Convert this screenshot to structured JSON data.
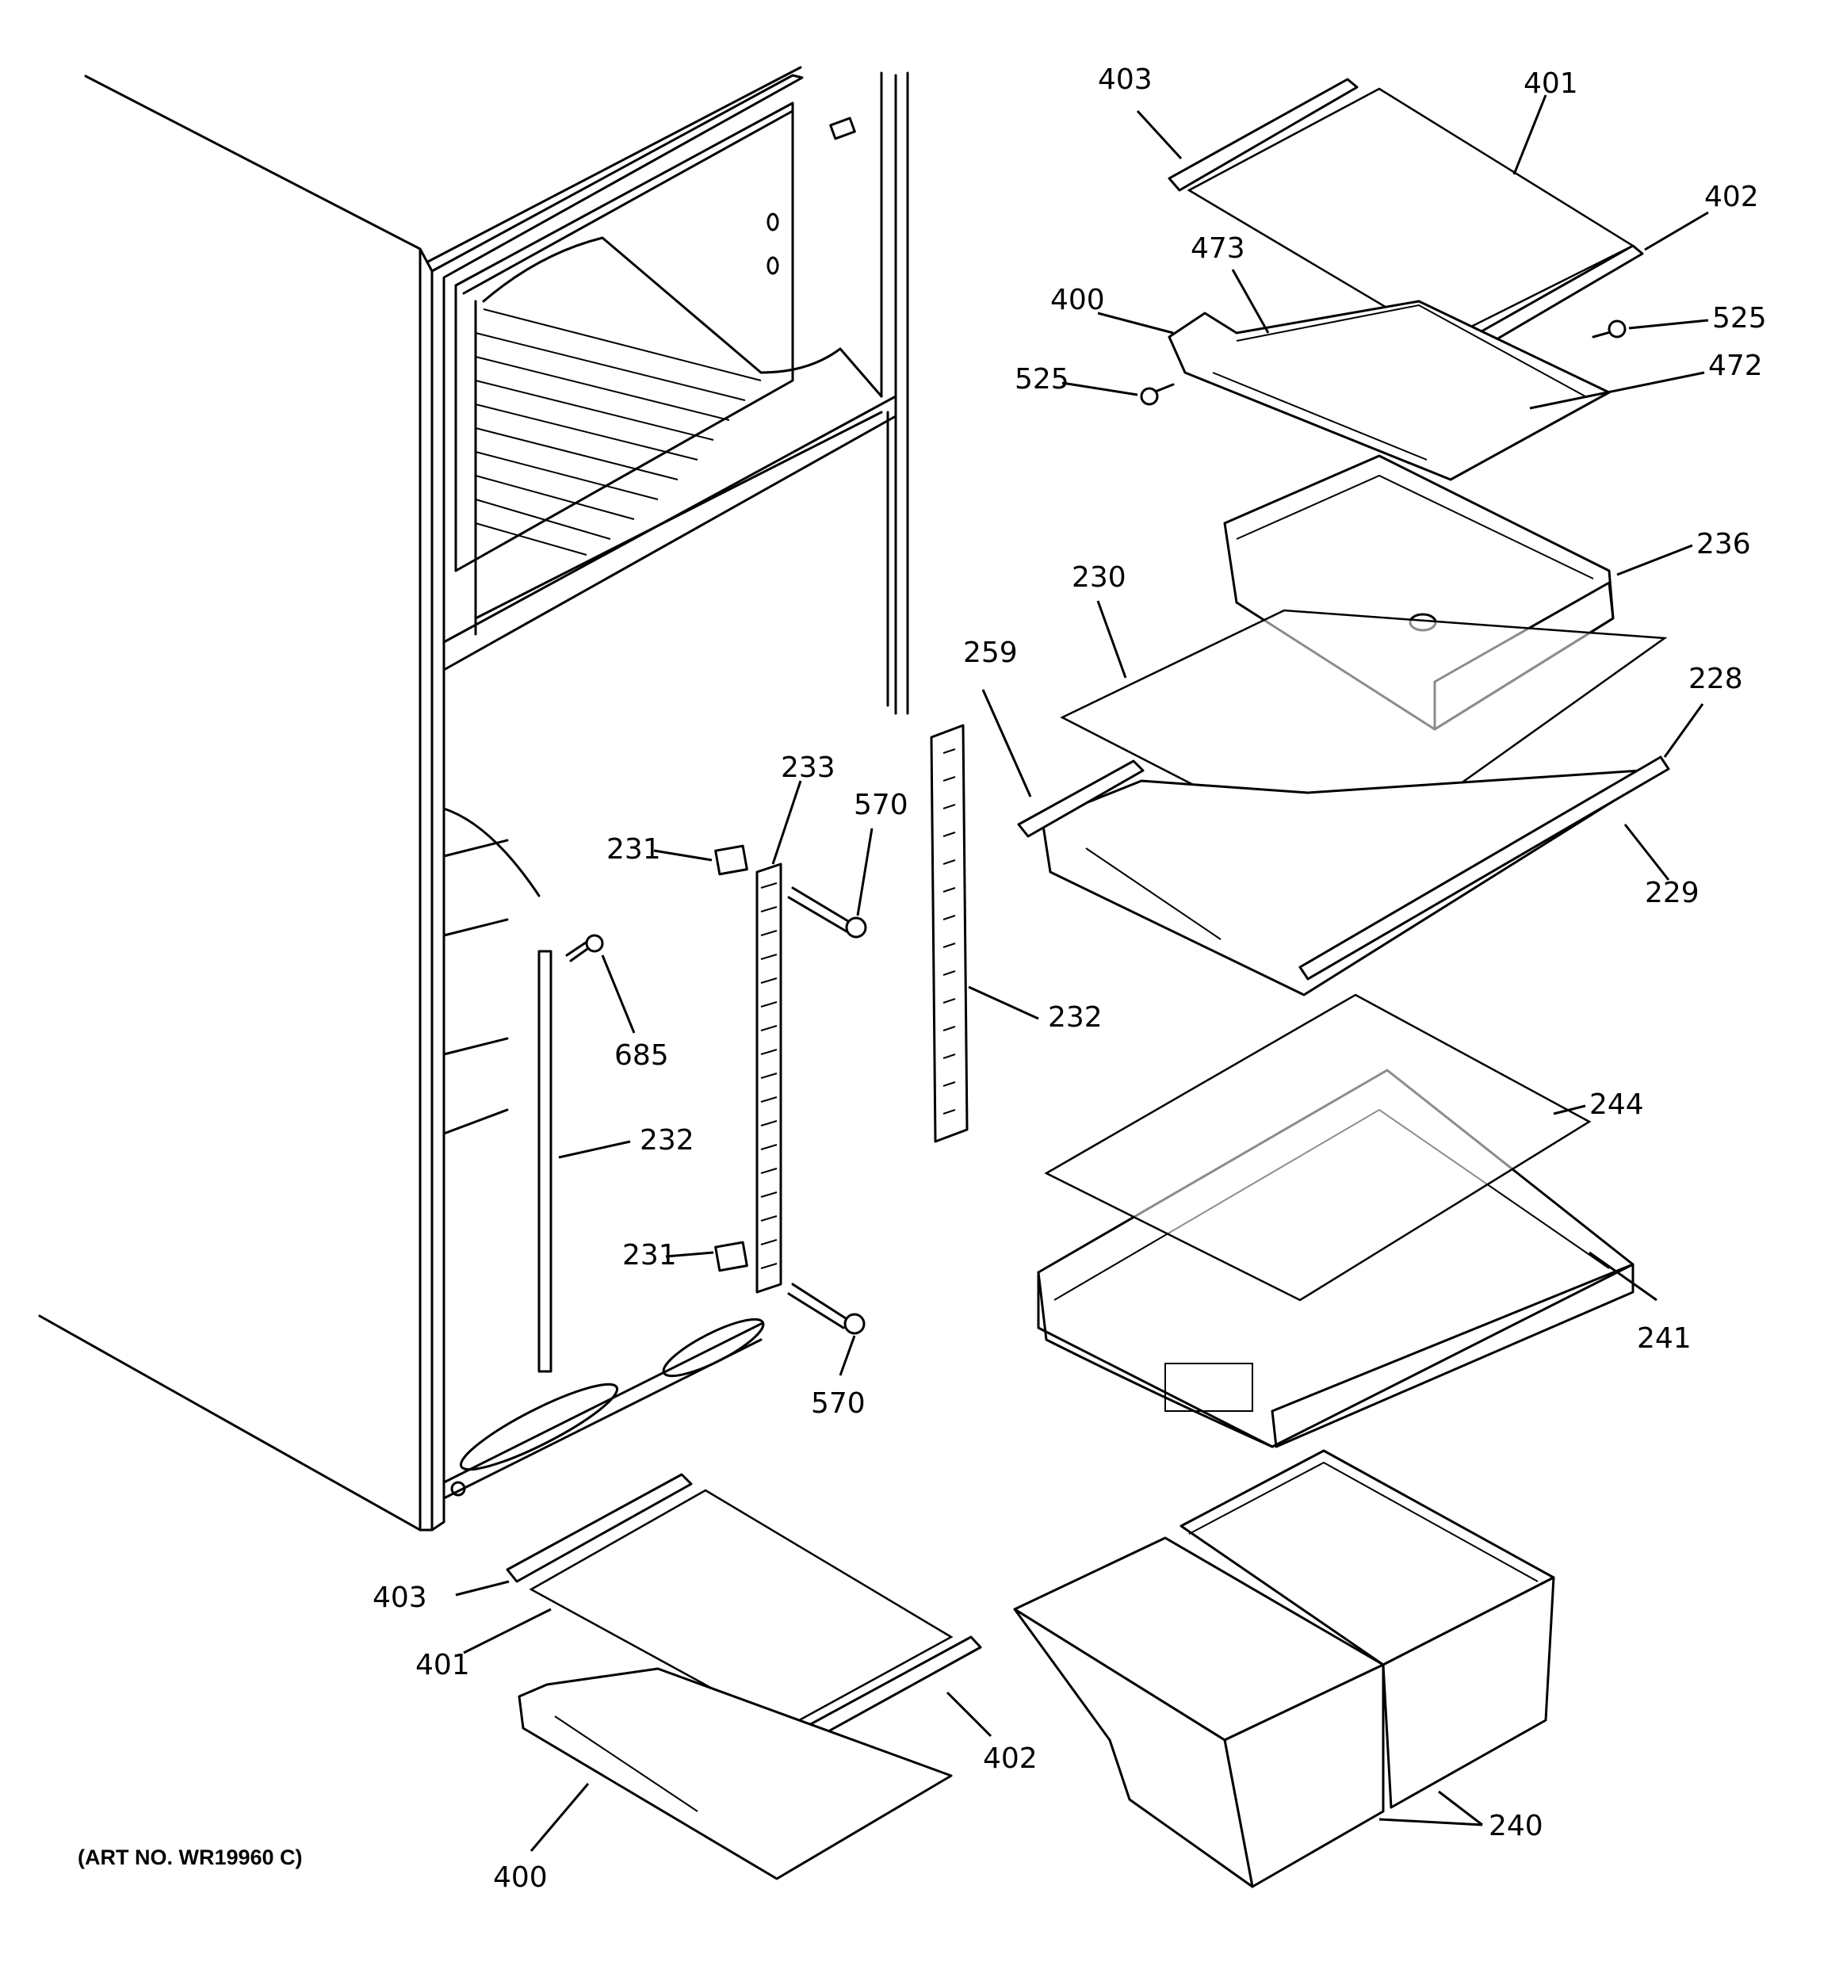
{
  "callouts": {
    "c403a": "403",
    "c401a": "401",
    "c402a": "402",
    "c473": "473",
    "c400a": "400",
    "c525a": "525",
    "c525b": "525",
    "c472": "472",
    "c236": "236",
    "c230": "230",
    "c228": "228",
    "c259": "259",
    "c229": "229",
    "c233": "233",
    "c570a": "570",
    "c231a": "231",
    "c685": "685",
    "c232a": "232",
    "c232b": "232",
    "c231b": "231",
    "c570b": "570",
    "c244": "244",
    "c241": "241",
    "c403b": "403",
    "c401b": "401",
    "c402b": "402",
    "c400b": "400",
    "c240": "240"
  },
  "art_number": "(ART NO. WR19960 C)",
  "part_names": [
    "cabinet-icon",
    "shelf-glass-icon",
    "shelf-frame-icon",
    "shelf-rail-icon",
    "deli-drawer-icon",
    "crisper-cover-icon",
    "crisper-pan-icon",
    "vegetable-bin-icon",
    "shelf-ladder-icon",
    "screw-icon",
    "bracket-icon"
  ]
}
